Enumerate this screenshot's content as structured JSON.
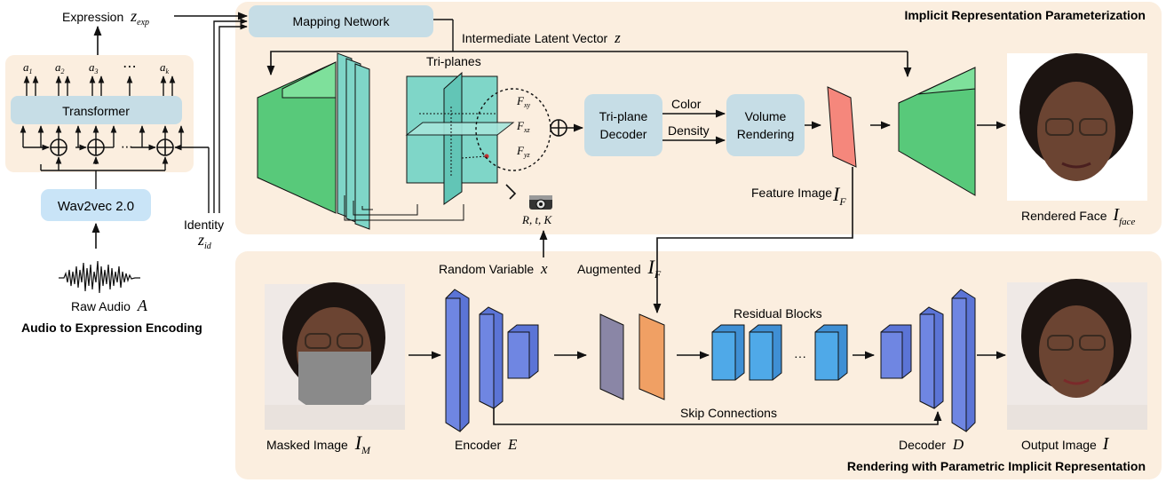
{
  "panels": {
    "implicit_title": "Implicit Representation Parameterization",
    "rendering_title": "Rendering with Parametric Implicit Representation",
    "audio_title": "Audio to Expression Encoding"
  },
  "audio": {
    "expression_label": "Expression",
    "expression_symbol": "z",
    "expression_sub": "exp",
    "transformer_label": "Transformer",
    "wav2vec_label": "Wav2vec 2.0",
    "raw_audio_label": "Raw Audio",
    "raw_audio_symbol": "A",
    "tokens": [
      "a",
      "a",
      "a",
      "a"
    ],
    "token_subs": [
      "1",
      "2",
      "3",
      "k"
    ],
    "token_ellipsis": "⋯",
    "identity_label": "Identity",
    "identity_symbol": "z",
    "identity_sub": "id"
  },
  "implicit": {
    "mapping_network_label": "Mapping Network",
    "latent_label": "Intermediate Latent Vector",
    "latent_symbol": "z",
    "triplanes_label": "Tri-planes",
    "f_xy": "F",
    "f_xy_sub": "xy",
    "f_xz": "F",
    "f_xz_sub": "xz",
    "f_yz": "F",
    "f_yz_sub": "yz",
    "triplane_decoder_line1": "Tri-plane",
    "triplane_decoder_line2": "Decoder",
    "color_label": "Color",
    "density_label": "Density",
    "volume_line1": "Volume",
    "volume_line2": "Rendering",
    "camera_params": "R, t, K",
    "feature_image_label": "Feature Image",
    "feature_image_symbol": "I",
    "feature_image_sub": "F",
    "rendered_face_label": "Rendered Face",
    "rendered_face_symbol": "I",
    "rendered_face_sub": "face"
  },
  "rendering": {
    "random_variable_label": "Random Variable",
    "random_variable_symbol": "x",
    "augmented_label": "Augmented",
    "augmented_symbol": "I",
    "augmented_sub": "F",
    "masked_image_label": "Masked Image",
    "masked_image_symbol": "I",
    "masked_image_sub": "M",
    "encoder_label": "Encoder",
    "encoder_symbol": "E",
    "residual_label": "Residual Blocks",
    "residual_ellipsis": "···",
    "skip_label": "Skip Connections",
    "decoder_label": "Decoder",
    "decoder_symbol": "D",
    "output_label": "Output Image",
    "output_symbol": "I"
  },
  "colors": {
    "panel_fill": "#fbeedf",
    "box_fill": "#c6dde6",
    "wav2vec_fill": "#c9e4f7",
    "green": "#58c97a",
    "teal": "#7fd6c8",
    "salmon": "#f5877c",
    "blue": "#5b74d6",
    "residual": "#4fa9e8",
    "orange": "#f0a064",
    "slate": "#8a86a6"
  }
}
